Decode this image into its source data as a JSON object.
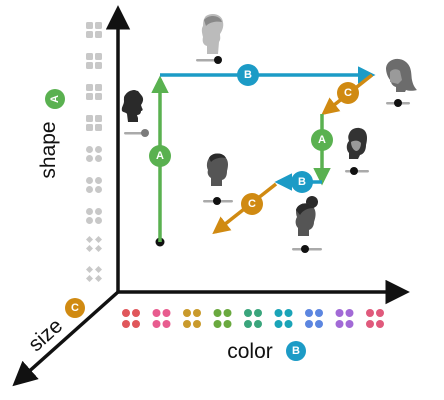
{
  "axes": {
    "shape": {
      "label": "shape",
      "badge": "A",
      "badge_color": "#5ab150"
    },
    "size": {
      "label": "size",
      "badge": "C",
      "badge_color": "#d08a12"
    },
    "color": {
      "label": "color",
      "badge": "B",
      "badge_color": "#1c9bc6"
    }
  },
  "path_markers": [
    {
      "letter": "A",
      "color": "#5ab150"
    },
    {
      "letter": "B",
      "color": "#1c9bc6"
    },
    {
      "letter": "C",
      "color": "#d08a12"
    },
    {
      "letter": "A",
      "color": "#5ab150"
    },
    {
      "letter": "B",
      "color": "#1c9bc6"
    },
    {
      "letter": "C",
      "color": "#d08a12"
    }
  ],
  "color_swatches": [
    "#e0575b",
    "#e85c8f",
    "#c99a2c",
    "#6aa93f",
    "#3aa57c",
    "#1aa4b8",
    "#5c86e0",
    "#a26ad6",
    "#e05a7c"
  ],
  "icons": [
    "face-icon",
    "face-icon",
    "face-icon",
    "face-icon",
    "face-icon",
    "face-icon"
  ]
}
